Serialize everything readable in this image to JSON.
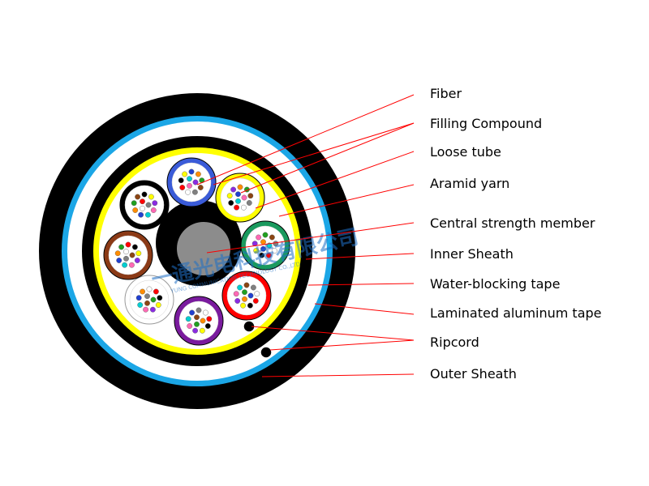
{
  "labels": {
    "fiber": "Fiber",
    "filling_compound": "Filling Compound",
    "loose_tube": "Loose tube",
    "aramid_yarn": "Aramid yarn",
    "central_strength_member": "Central strength member",
    "inner_sheath": "Inner Sheath",
    "water_blocking_tape": "Water-blocking tape",
    "laminated_aluminum_tape": "Laminated aluminum tape",
    "ripcord": "Ripcord",
    "outer_sheath": "Outer Sheath"
  },
  "watermark": {
    "text": "一通光电科技有限公司",
    "sub": "YUNG COMMUNICATION TECHNOLOGY CO.,LTD"
  },
  "colors": {
    "outer_sheath": "#000000",
    "laminated_aluminum_tape": "#1ba6e6",
    "water_blocking_tape": "#ffffff",
    "inner_sheath": "#000000",
    "aramid_yarn": "#ffff00",
    "central_strength_member": "#8c8c8c",
    "leader_line": "#ff0000",
    "tube_colors": [
      "#3a5bd8",
      "#ffff00",
      "#1a9a5e",
      "#ff0000",
      "#7a1b9e",
      "#ffffff",
      "#8b3a16",
      "#000000"
    ],
    "fiber_colors": [
      "#2040d0",
      "#ff8c00",
      "#20a020",
      "#8b4513",
      "#808080",
      "#ffffff",
      "#ff0000",
      "#000000",
      "#ffff00",
      "#8a2be2",
      "#ff69b4",
      "#00ced1"
    ]
  }
}
